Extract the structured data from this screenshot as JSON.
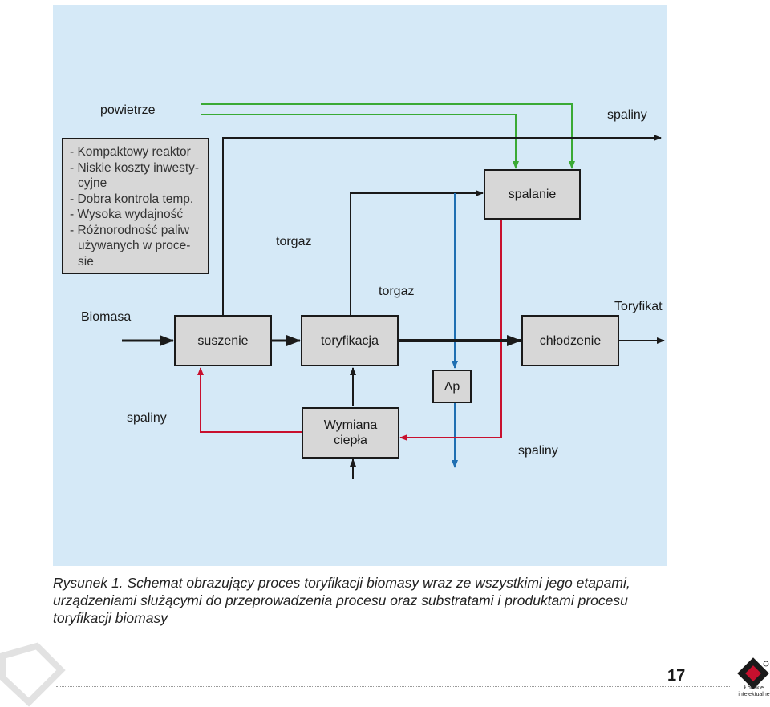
{
  "diagram": {
    "labels": {
      "powietrze": "powietrze",
      "spaliny_top": "spaliny",
      "torgaz_left": "torgaz",
      "torgaz_mid": "torgaz",
      "biomasa": "Biomasa",
      "toryfikat": "Toryfikat",
      "spaliny_left": "spaliny",
      "spaliny_right": "spaliny"
    },
    "boxes": {
      "spalanie": "spalanie",
      "suszenie": "suszenie",
      "toryfikacja": "toryfikacja",
      "chlodzenie": "chłodzenie",
      "wymiana_line1": "Wymiana",
      "wymiana_line2": "ciepła",
      "delta_p": "Λp"
    },
    "info_box": {
      "lines": [
        "- Kompaktowy reaktor",
        "- Niskie koszty inwesty-",
        "cyjne",
        "- Dobra kontrola temp.",
        "- Wysoka wydajność",
        "- Różnorodność paliw",
        "używanych w proce-",
        "sie"
      ]
    },
    "colors": {
      "panel": "#d5e9f7",
      "box": "#d7d7d7",
      "air_flow": "#3aaa35",
      "flue_gas": "#c8102e",
      "cooling": "#1f6fb2",
      "main_flow": "#1a1a1a"
    }
  },
  "caption": {
    "lead": "Rysunek 1.",
    "text": " Schemat obrazujący proces toryfikacji biomasy wraz ze wszystkimi jego etapami, urządzeniami służącymi do przeprowadzenia procesu oraz substratami i produktami procesu toryfikacji biomasy"
  },
  "footer": {
    "page_number": "17",
    "logo_text_1": "Łódzkie",
    "logo_text_2": "intelektualne"
  }
}
